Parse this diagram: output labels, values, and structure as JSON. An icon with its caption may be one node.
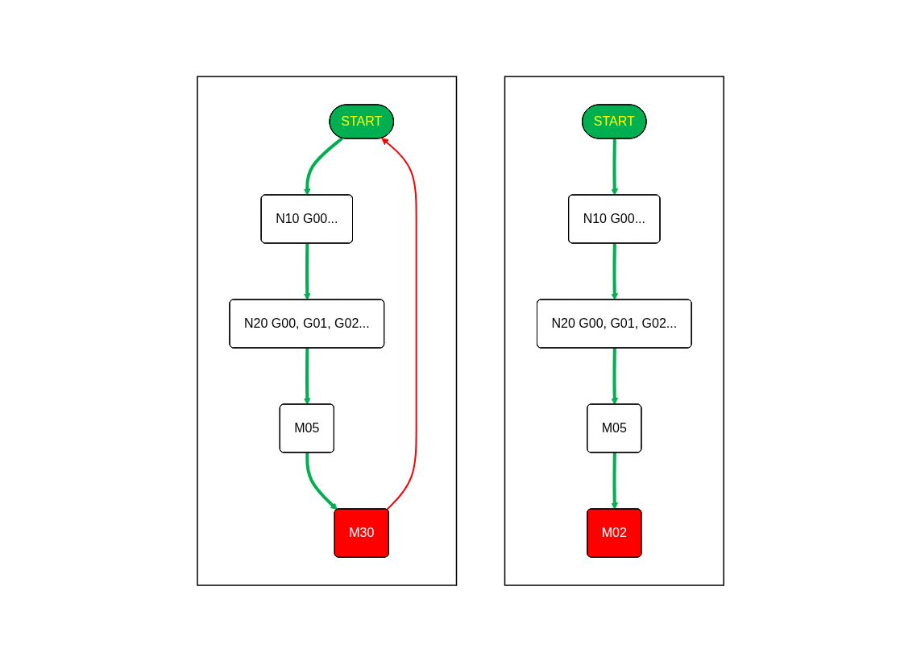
{
  "diagram": {
    "nodes": [
      {
        "text": [],
        "shape": "box"
      },
      {
        "text": [
          "START"
        ],
        "in": 0
      },
      {
        "text": [
          "N10 G00..."
        ],
        "in": 0
      },
      {
        "text": [
          "N20 G00, G01, G02..."
        ],
        "in": 0
      },
      {
        "text": [
          "M05"
        ],
        "in": 0
      },
      {
        "text": [
          "M02"
        ],
        "in": 0
      },
      {
        "text": [],
        "shape": "box"
      },
      {
        "text": [
          "START"
        ],
        "in": 6
      },
      {
        "text": [
          "N10 G00..."
        ],
        "in": 6
      },
      {
        "text": [
          "N20 G00, G01, G02..."
        ],
        "in": 6
      },
      {
        "text": [
          "M05"
        ],
        "in": 6
      },
      {
        "text": [
          "M30"
        ],
        "in": 6
      }
    ],
    "edges": [
      {
        "from": 1,
        "to": 2,
        "arrow": "to"
      },
      {
        "from": 2,
        "to": 3,
        "arrow": "to"
      },
      {
        "from": 3,
        "to": 4,
        "arrow": "to"
      },
      {
        "from": 4,
        "to": 5,
        "arrow": "to"
      },
      {
        "from": 7,
        "to": 8,
        "arrow": "to"
      },
      {
        "from": 8,
        "to": 9,
        "arrow": "to"
      },
      {
        "from": 9,
        "to": 10,
        "arrow": "to"
      },
      {
        "from": 10,
        "to": 11,
        "arrow": "to"
      },
      {
        "from": 11,
        "to": 7,
        "arrow": "to",
        "color": "#ff0000"
      }
    ]
  }
}
